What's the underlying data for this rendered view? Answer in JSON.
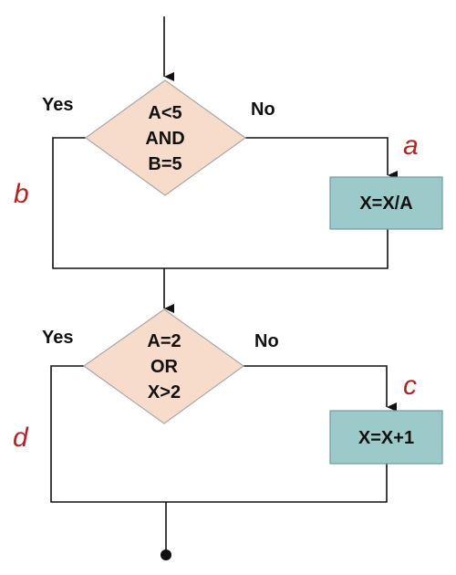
{
  "colors": {
    "decision_fill": "#f8dccb",
    "decision_stroke": "#a8a8a8",
    "process_fill": "#9cc9c9",
    "process_stroke": "#6f9c9c",
    "line": "#111111",
    "path_label": "#b02424"
  },
  "decision1": {
    "lines": [
      "A<5",
      "AND",
      "B=5"
    ],
    "yes_label": "Yes",
    "no_label": "No"
  },
  "process1": {
    "label": "X=X/A"
  },
  "decision2": {
    "lines": [
      "A=2",
      "OR",
      "X>2"
    ],
    "yes_label": "Yes",
    "no_label": "No"
  },
  "process2": {
    "label": "X=X+1"
  },
  "path_labels": {
    "a": "a",
    "b": "b",
    "c": "c",
    "d": "d"
  }
}
